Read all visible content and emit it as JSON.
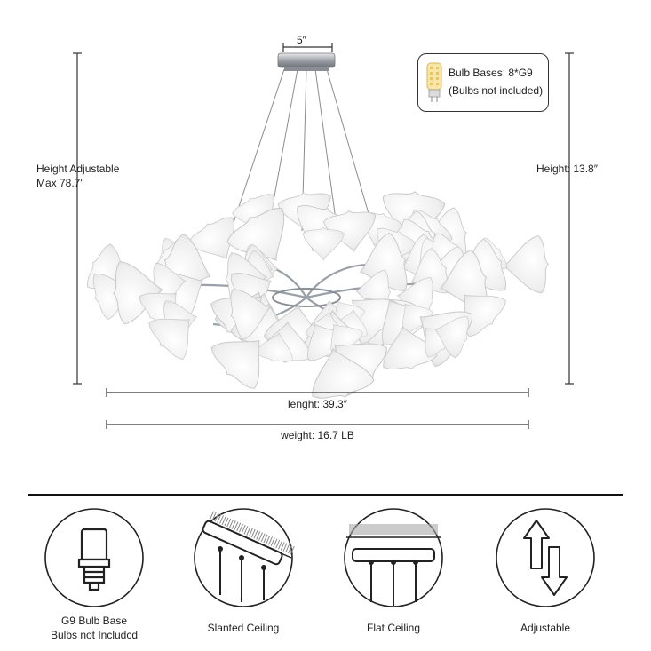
{
  "dimensions": {
    "top_width": "5″",
    "height_adjustable_line1": "Height Adjustable",
    "height_adjustable_line2": "Max 78.7″",
    "height": "Height: 13.8″",
    "length": "lenght: 39.3″",
    "weight": "weight: 16.7 LB"
  },
  "bulb_info": {
    "line1": "Bulb Bases: 8*G9",
    "line2": "(Bulbs not included)",
    "icon": "g9-bulb-icon"
  },
  "features": [
    {
      "icon": "g9-bulb-base-icon",
      "line1": "G9 Bulb Base",
      "line2": "Bulbs not Includcd"
    },
    {
      "icon": "slanted-ceiling-icon",
      "line1": "Slanted Ceiling"
    },
    {
      "icon": "flat-ceiling-icon",
      "line1": "Flat Ceiling"
    },
    {
      "icon": "adjustable-arrows-icon",
      "line1": "Adjustable"
    }
  ],
  "colors": {
    "leaf": "#f2f2f2",
    "chrome": "#b8bcc2",
    "line": "#333333"
  }
}
